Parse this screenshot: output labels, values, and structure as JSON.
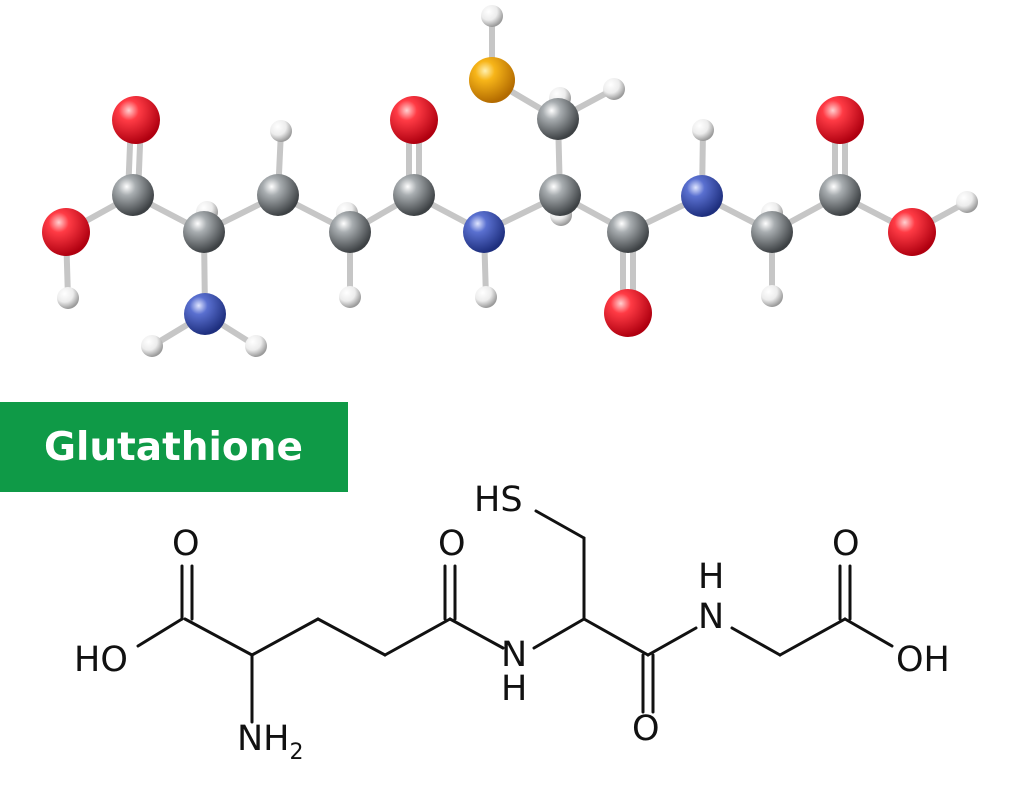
{
  "title": "Glutathione",
  "colors": {
    "banner": "#0f9a47",
    "oxygen": "#e8202e",
    "nitrogen": "#3c55b5",
    "carbon": "#8e9396",
    "hydrogen": "#e7e7e7",
    "sulfur": "#f1ac14",
    "bond": "#c6c6c6",
    "line": "#111111"
  },
  "ball_and_stick_model": {
    "elements": [
      "C",
      "O",
      "N",
      "S",
      "H"
    ]
  },
  "skeletal_formula": {
    "labels": {
      "hs": "HS",
      "ho": "HO",
      "oh": "OH",
      "o_acid_left": "O",
      "o_amide_1": "O",
      "o_amide_2": "O",
      "o_acid_right": "O",
      "n_amide_1": "N",
      "h_amide_1": "H",
      "n_amide_2": "N",
      "h_amide_2": "H",
      "nh": "NH",
      "nh_sub": "2"
    }
  }
}
